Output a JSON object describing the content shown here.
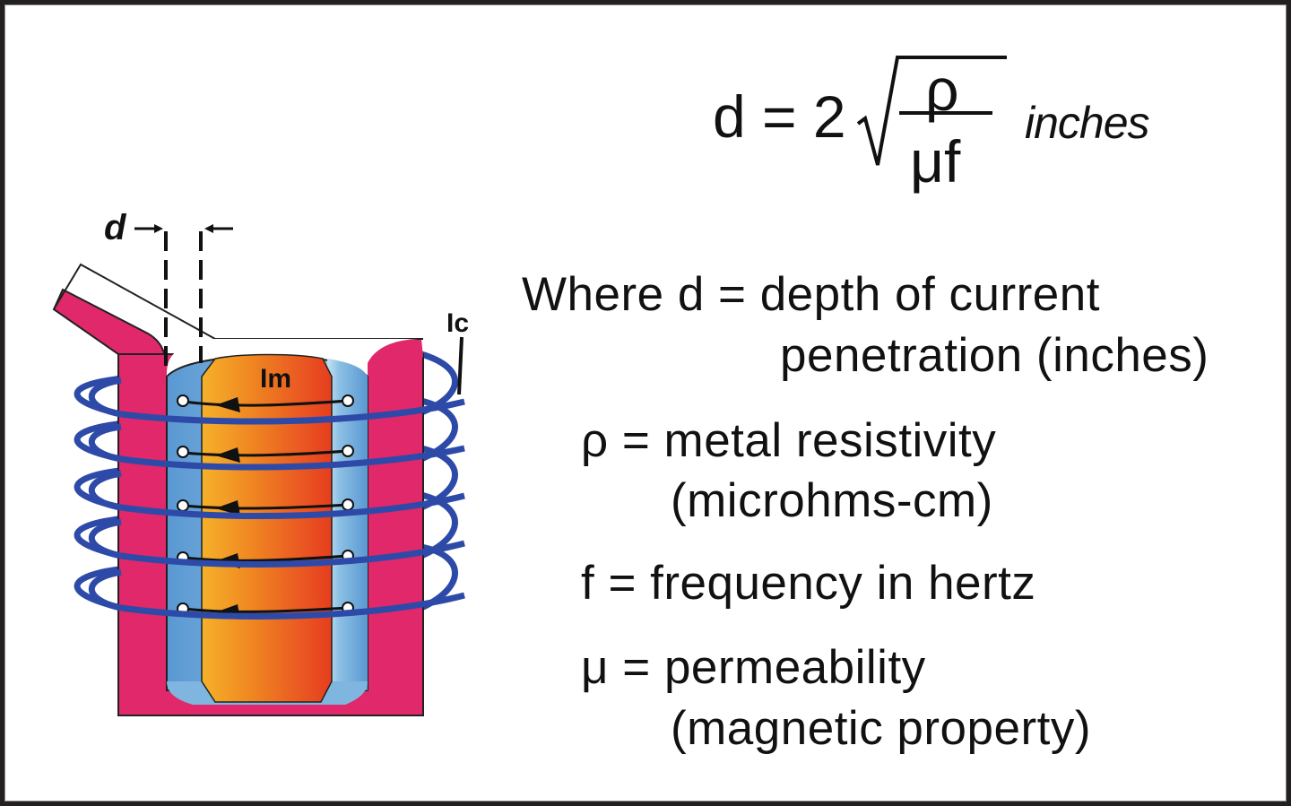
{
  "figure": {
    "title": "Induction furnace skin-depth diagram",
    "border_color": "#231f20"
  },
  "formula": {
    "lhs": "d = 2",
    "numerator": "ρ",
    "denominator": "μf",
    "unit": "inches"
  },
  "definitions": {
    "d_line1": "Where d = depth of current",
    "d_line2": "penetration (inches)",
    "rho_line1": "ρ = metal resistivity",
    "rho_line2": "(microhms-cm)",
    "f_line1": "f = frequency in hertz",
    "mu_line1": "μ = permeability",
    "mu_line2": "(magnetic property)"
  },
  "diagram": {
    "labels": {
      "depth": "d",
      "coil_current": "Ic",
      "metal_current": "Im"
    },
    "colors": {
      "crucible": "#e0286a",
      "coil": "#2e4aa8",
      "penetration_zone": "#6fa8dc",
      "penetration_zone_light": "#b5d8ec",
      "metal_core_left": "#f6a623",
      "metal_core_right": "#e8401f",
      "arrow": "#111111"
    },
    "coil_turns": 5,
    "current_arrows": 5
  }
}
